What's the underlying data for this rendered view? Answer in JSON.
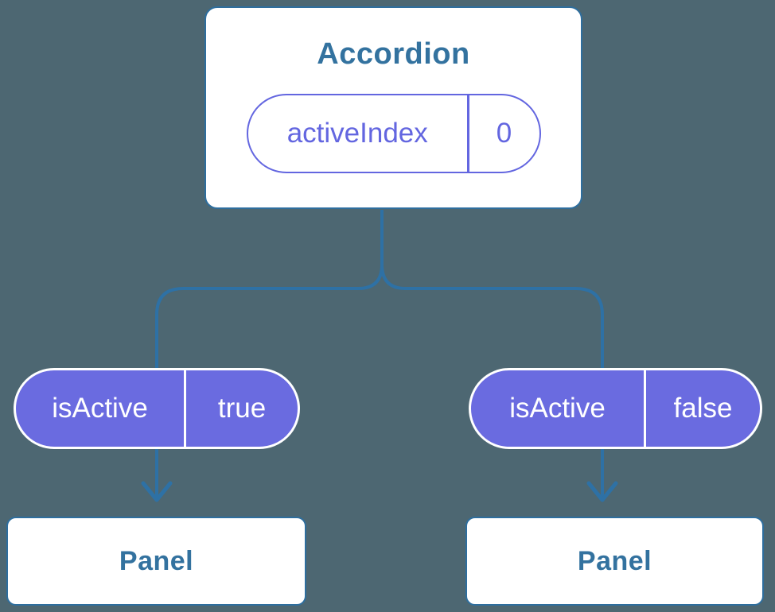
{
  "diagram": {
    "type": "component-tree",
    "root": {
      "title": "Accordion",
      "state": {
        "name": "activeIndex",
        "value": "0"
      }
    },
    "props": [
      {
        "name": "isActive",
        "value": "true"
      },
      {
        "name": "isActive",
        "value": "false"
      }
    ],
    "panels": [
      {
        "label": "Panel"
      },
      {
        "label": "Panel"
      }
    ],
    "colors": {
      "background": "#4D6772",
      "connector_line": "#2E71A5",
      "node_border": "#2E6E9E",
      "node_text": "#33729F",
      "pill_outline_purple": "#6366E0",
      "pill_fill_purple": "#6A6BE0",
      "pill_text_on_purple": "#FFFFFF",
      "node_fill": "#FFFFFF"
    }
  }
}
